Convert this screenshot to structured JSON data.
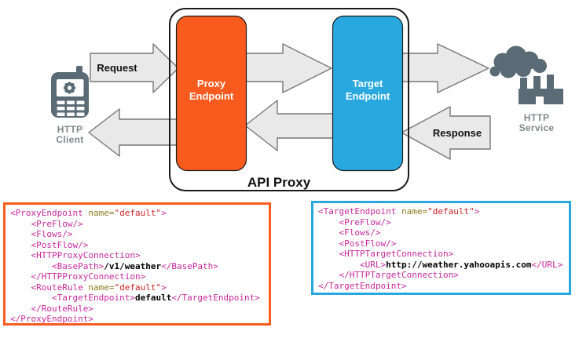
{
  "diagram": {
    "container_label": "API Proxy",
    "client": {
      "line1": "HTTP",
      "line2": "Client",
      "icon": "mobile-phone-icon"
    },
    "service": {
      "line1": "HTTP",
      "line2": "Service",
      "icon": "factory-icon"
    },
    "request_label": "Request",
    "response_label": "Response",
    "proxy_endpoint": {
      "line1": "Proxy",
      "line2": "Endpoint"
    },
    "target_endpoint": {
      "line1": "Target",
      "line2": "Endpoint"
    },
    "colors": {
      "proxy_endpoint_fill": "#F95B1E",
      "target_endpoint_fill": "#29A8DF",
      "arrow_fill": "#E9E9E9",
      "arrow_stroke": "#777777",
      "icon_gray": "#5A6B75",
      "node_label_gray": "#7E888D",
      "container_border": "#1A1A1A",
      "code_tag": "#C7279E",
      "code_attr_name": "#8A7D1F",
      "code_attr_value": "#CC2222",
      "code_plain_text": "#000000"
    }
  },
  "code_blocks": [
    {
      "name": "proxy-endpoint-xml",
      "accent": "#F95B1E",
      "lines": [
        [
          {
            "c": "tag",
            "t": "<ProxyEndpoint "
          },
          {
            "c": "attr",
            "t": "name="
          },
          {
            "c": "val",
            "t": "\"default\""
          },
          {
            "c": "tag",
            "t": ">"
          }
        ],
        [
          {
            "c": "tag",
            "t": "    <PreFlow/>"
          }
        ],
        [
          {
            "c": "tag",
            "t": "    <Flows/>"
          }
        ],
        [
          {
            "c": "tag",
            "t": "    <PostFlow/>"
          }
        ],
        [
          {
            "c": "tag",
            "t": "    <HTTPProxyConnection>"
          }
        ],
        [
          {
            "c": "tag",
            "t": "        <BasePath>"
          },
          {
            "c": "txt",
            "t": "/v1/weather"
          },
          {
            "c": "tag",
            "t": "</BasePath>"
          }
        ],
        [
          {
            "c": "tag",
            "t": "    </HTTPProxyConnection>"
          }
        ],
        [
          {
            "c": "tag",
            "t": "    <RouteRule "
          },
          {
            "c": "attr",
            "t": "name="
          },
          {
            "c": "val",
            "t": "\"default\""
          },
          {
            "c": "tag",
            "t": ">"
          }
        ],
        [
          {
            "c": "tag",
            "t": "        <TargetEndpoint>"
          },
          {
            "c": "txt",
            "t": "default"
          },
          {
            "c": "tag",
            "t": "</TargetEndpoint>"
          }
        ],
        [
          {
            "c": "tag",
            "t": "    </RouteRule>"
          }
        ],
        [
          {
            "c": "tag",
            "t": "</ProxyEndpoint>"
          }
        ]
      ]
    },
    {
      "name": "target-endpoint-xml",
      "accent": "#29A8DF",
      "lines": [
        [
          {
            "c": "tag",
            "t": "<TargetEndpoint "
          },
          {
            "c": "attr",
            "t": "name="
          },
          {
            "c": "val",
            "t": "\"default\""
          },
          {
            "c": "tag",
            "t": ">"
          }
        ],
        [
          {
            "c": "tag",
            "t": "    <PreFlow/>"
          }
        ],
        [
          {
            "c": "tag",
            "t": "    <Flows/>"
          }
        ],
        [
          {
            "c": "tag",
            "t": "    <PostFlow/>"
          }
        ],
        [
          {
            "c": "tag",
            "t": "    <HTTPTargetConnection>"
          }
        ],
        [
          {
            "c": "tag",
            "t": "        <URL>"
          },
          {
            "c": "txt",
            "t": "http://weather.yahooapis.com"
          },
          {
            "c": "tag",
            "t": "</URL>"
          }
        ],
        [
          {
            "c": "tag",
            "t": "    </HTTPTargetConnection>"
          }
        ],
        [
          {
            "c": "tag",
            "t": "</TargetEndpoint>"
          }
        ]
      ]
    }
  ]
}
